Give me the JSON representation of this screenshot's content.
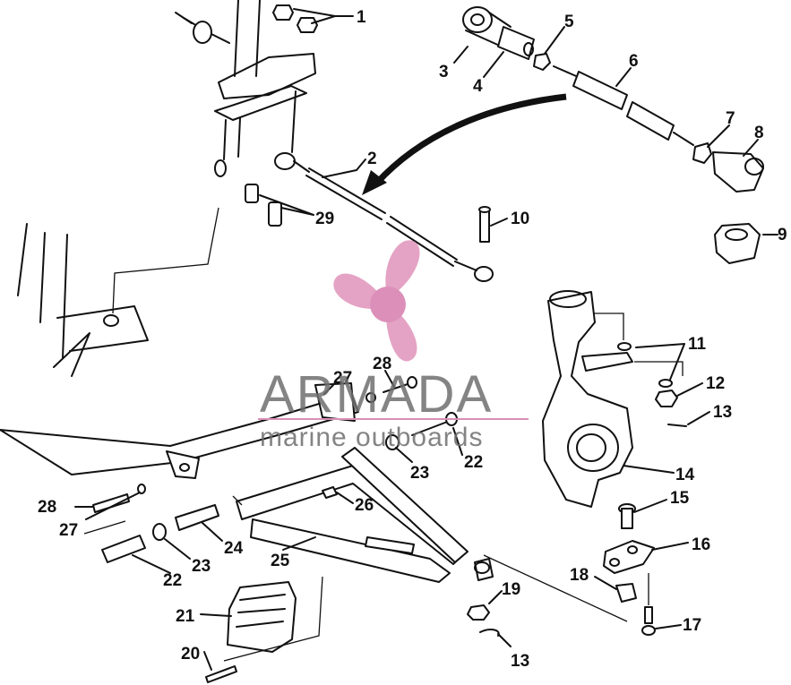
{
  "callouts": {
    "c1": "1",
    "c2": "2",
    "c3": "3",
    "c4": "4",
    "c5": "5",
    "c6": "6",
    "c7": "7",
    "c8": "8",
    "c9": "9",
    "c10": "10",
    "c11": "11",
    "c12": "12",
    "c13a": "13",
    "c13b": "13",
    "c14": "14",
    "c15": "15",
    "c16": "16",
    "c17": "17",
    "c18": "18",
    "c19": "19",
    "c20": "20",
    "c21": "21",
    "c22a": "22",
    "c22b": "22",
    "c23a": "23",
    "c23b": "23",
    "c24": "24",
    "c25": "25",
    "c26": "26",
    "c27a": "27",
    "c27b": "27",
    "c28a": "28",
    "c28b": "28",
    "c29": "29"
  },
  "watermark": {
    "brand": "ARMADA",
    "tagline": "marine outboards",
    "logo_icon": "propeller-icon",
    "colors": {
      "logo": "#e4a3c4",
      "text": "#6f6f6f",
      "underline": "#d98fb7"
    }
  }
}
